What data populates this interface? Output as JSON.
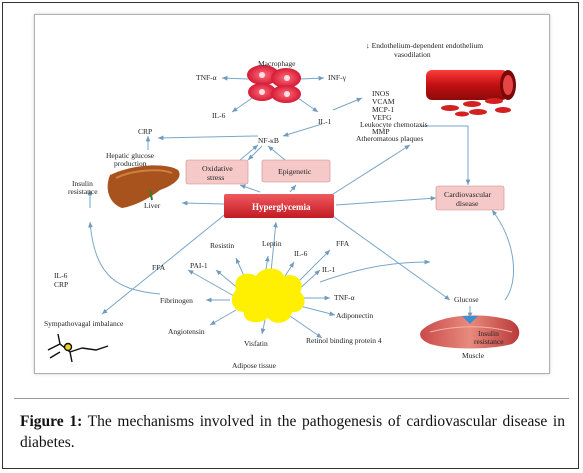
{
  "diagram": {
    "labels": {
      "macrophage": "Macrophage",
      "tnf_left": "TNF-α",
      "inf_gamma": "INF-γ",
      "il6_top": "IL-6",
      "il1_top": "IL-1",
      "endo_line1": "↓ Endothelium-dependent endothelium",
      "endo_line2": "vasodilation",
      "inos": "INOS",
      "vcam": "VCAM",
      "mcp1": "MCP-1",
      "vefg": "VEFG",
      "leukocyte": "Leukocyte chemotaxis",
      "mmp": "MMP",
      "atheromatous": "Atheromatous plaques",
      "nfkb": "NF-κB",
      "crp_top": "CRP",
      "hepatic1": "Hepatic glucose",
      "hepatic2": "production",
      "insulin_res1": "Insulin",
      "insulin_res2": "resistance",
      "liver": "Liver",
      "oxidative1": "Oxidative",
      "oxidative2": "stress",
      "epigenetic": "Epigenetic",
      "cardio1": "Cardiovascular",
      "cardio2": "disease",
      "hyperglycemia": "Hyperglycemia",
      "resistin": "Resistin",
      "leptin": "Leptin",
      "il6_mid": "IL-6",
      "ffa_right": "FFA",
      "il1_mid": "IL-1",
      "pai1": "PAI-1",
      "ffa_left": "FFA",
      "tnf_mid": "TNF-α",
      "fibrinogen": "Fibrinogen",
      "adiponectin": "Adiponectin",
      "angiotensin": "Angiotensin",
      "visfatin": "Visfatin",
      "rbp4": "Retinol binding protein 4",
      "adipose": "Adipose tissue",
      "il6_left": "IL-6",
      "crp_left": "CRP",
      "sympathovagal": "Sympathovagal imbalance",
      "glucose": "Glucose",
      "insulin_muscle1": "Insulin",
      "insulin_muscle2": "resistance",
      "muscle": "Muscle"
    },
    "colors": {
      "cell_red": "#e0203a",
      "box_pink": "#f6c9c9",
      "hyper_red": "#d8262f",
      "adipose_yellow": "#ffef00",
      "liver_brown": "#a8521e",
      "arrow": "#7aa6c8"
    }
  },
  "caption": {
    "label": "Figure 1:",
    "text": " The mechanisms involved in the pathogenesis of cardiovascular disease in diabetes."
  }
}
